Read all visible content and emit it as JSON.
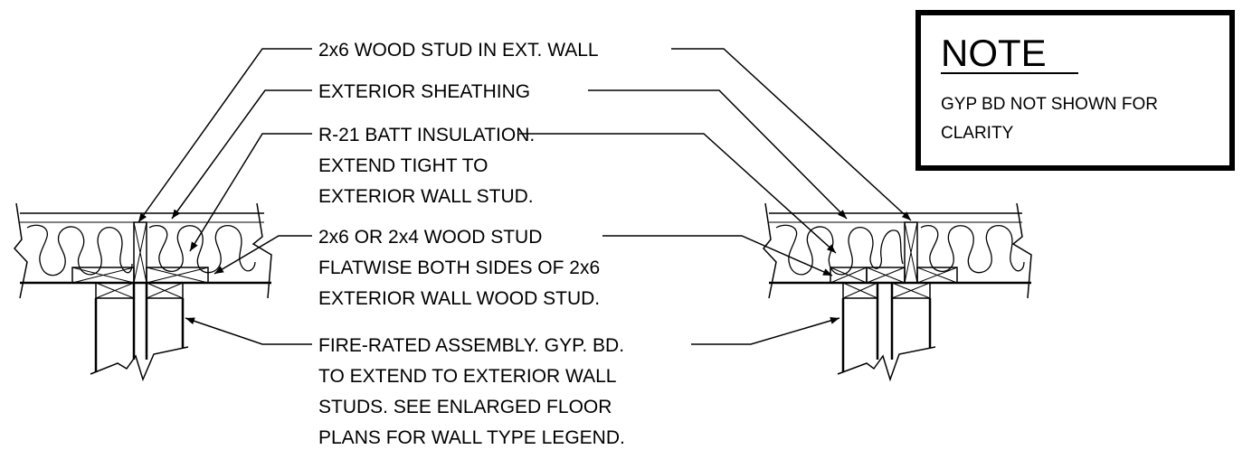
{
  "labels": {
    "stud_ext_wall": "2x6 WOOD STUD IN EXT. WALL",
    "ext_sheathing": "EXTERIOR SHEATHING",
    "batt_line1": "R-21 BATT INSULATION.",
    "batt_line2": "EXTEND TIGHT TO",
    "batt_line3": "EXTERIOR WALL STUD.",
    "flat_stud_line1": "2x6 OR 2x4 WOOD STUD",
    "flat_stud_line2": "FLATWISE BOTH SIDES OF 2x6",
    "flat_stud_line3": "EXTERIOR WALL WOOD STUD.",
    "fire_line1": "FIRE-RATED ASSEMBLY. GYP. BD.",
    "fire_line2": "TO EXTEND TO EXTERIOR WALL",
    "fire_line3": "STUDS. SEE ENLARGED FLOOR",
    "fire_line4": "PLANS FOR WALL TYPE LEGEND."
  },
  "note": {
    "title": "NOTE",
    "line1": "GYP BD NOT SHOWN FOR",
    "line2": "CLARITY"
  },
  "colors": {
    "ink": "#000000",
    "paper": "#ffffff"
  }
}
